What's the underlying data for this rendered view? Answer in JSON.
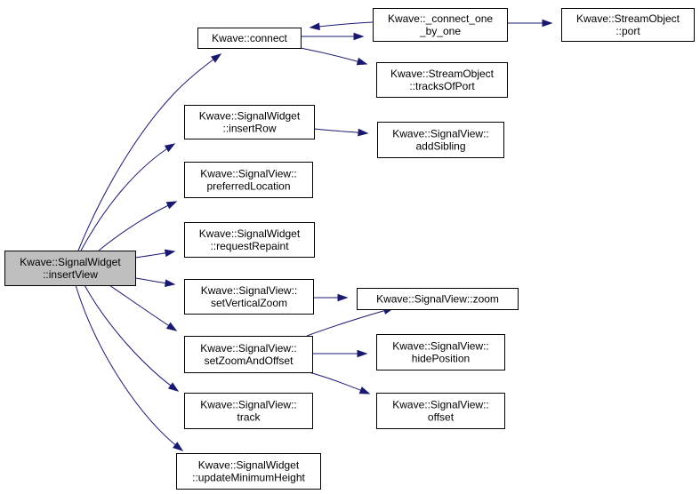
{
  "colors": {
    "edge": "#191970",
    "root_fill": "#bfbfbf",
    "node_fill": "#ffffff",
    "node_border": "#000000"
  },
  "nodes": {
    "insertView": {
      "lines": [
        "Kwave::SignalWidget",
        "::insertView"
      ],
      "root": true
    },
    "connect": {
      "lines": [
        "Kwave::connect"
      ]
    },
    "connectOneByOne": {
      "lines": [
        "Kwave::_connect_one",
        "_by_one"
      ]
    },
    "port": {
      "lines": [
        "Kwave::StreamObject",
        "::port"
      ]
    },
    "tracksOfPort": {
      "lines": [
        "Kwave::StreamObject",
        "::tracksOfPort"
      ]
    },
    "insertRow": {
      "lines": [
        "Kwave::SignalWidget",
        "::insertRow"
      ]
    },
    "addSibling": {
      "lines": [
        "Kwave::SignalView::",
        "addSibling"
      ]
    },
    "preferredLocation": {
      "lines": [
        "Kwave::SignalView::",
        "preferredLocation"
      ]
    },
    "requestRepaint": {
      "lines": [
        "Kwave::SignalWidget",
        "::requestRepaint"
      ]
    },
    "setVerticalZoom": {
      "lines": [
        "Kwave::SignalView::",
        "setVerticalZoom"
      ]
    },
    "zoom": {
      "lines": [
        "Kwave::SignalView::zoom"
      ]
    },
    "setZoomAndOffset": {
      "lines": [
        "Kwave::SignalView::",
        "setZoomAndOffset"
      ]
    },
    "hidePosition": {
      "lines": [
        "Kwave::SignalView::",
        "hidePosition"
      ]
    },
    "offset": {
      "lines": [
        "Kwave::SignalView::",
        "offset"
      ]
    },
    "track": {
      "lines": [
        "Kwave::SignalView::",
        "track"
      ]
    },
    "updateMinimumHeight": {
      "lines": [
        "Kwave::SignalWidget",
        "::updateMinimumHeight"
      ]
    }
  },
  "edges": [
    {
      "from": "insertView",
      "to": "connect"
    },
    {
      "from": "insertView",
      "to": "insertRow"
    },
    {
      "from": "insertView",
      "to": "preferredLocation"
    },
    {
      "from": "insertView",
      "to": "requestRepaint"
    },
    {
      "from": "insertView",
      "to": "setVerticalZoom"
    },
    {
      "from": "insertView",
      "to": "setZoomAndOffset"
    },
    {
      "from": "insertView",
      "to": "track"
    },
    {
      "from": "insertView",
      "to": "updateMinimumHeight"
    },
    {
      "from": "connect",
      "to": "connectOneByOne"
    },
    {
      "from": "connectOneByOne",
      "to": "connect"
    },
    {
      "from": "connect",
      "to": "tracksOfPort"
    },
    {
      "from": "connectOneByOne",
      "to": "port"
    },
    {
      "from": "insertRow",
      "to": "addSibling"
    },
    {
      "from": "setVerticalZoom",
      "to": "zoom"
    },
    {
      "from": "setZoomAndOffset",
      "to": "zoom"
    },
    {
      "from": "setZoomAndOffset",
      "to": "hidePosition"
    },
    {
      "from": "setZoomAndOffset",
      "to": "offset"
    }
  ]
}
